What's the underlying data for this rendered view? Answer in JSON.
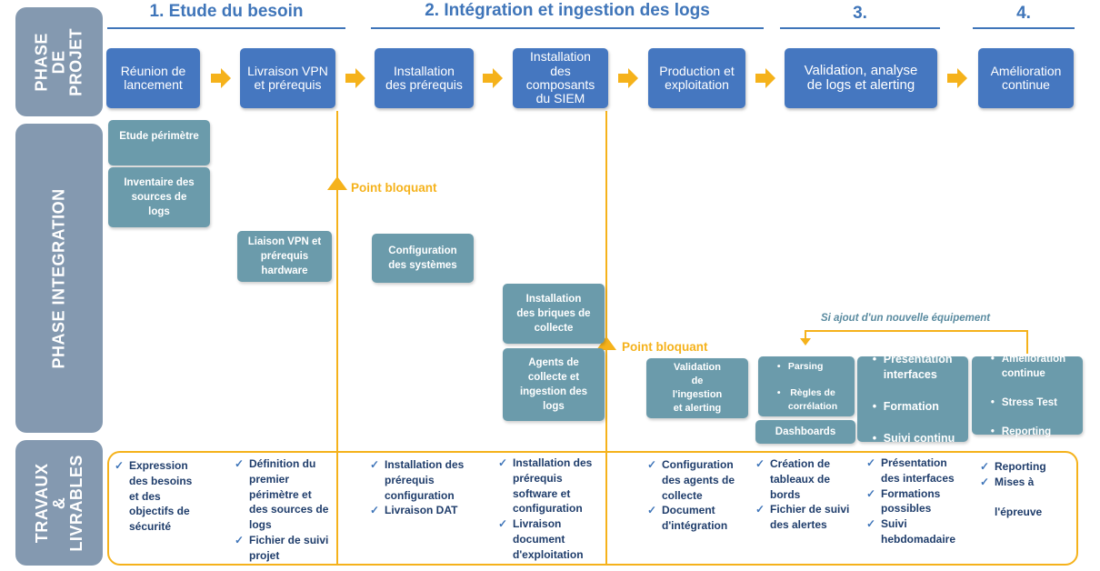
{
  "phases": {
    "projet": "PHASE DE\nPROJET",
    "integration": "PHASE INTEGRATION",
    "travaux": "TRAVAUX\n&\nLIVRABLES"
  },
  "stages": {
    "s1": "1. Etude du besoin",
    "s2": "2. Intégration et ingestion des logs",
    "s3": "3.",
    "s4": "4."
  },
  "steps": {
    "reunion": "Réunion de\nlancement",
    "livraison": "Livraison VPN\net prérequis",
    "install_prereq": "Installation\ndes prérequis",
    "install_siem": "Installation\ndes\ncomposants\ndu SIEM",
    "production": "Production et\nexploitation",
    "validation": "Validation, analyse\nde logs et alerting",
    "amelioration": "Amélioration\ncontinue"
  },
  "tasks": {
    "etude_perimetre": "Etude périmètre",
    "inventaire": "Inventaire des\nsources de\nlogs",
    "liaison_vpn": "Liaison VPN et\nprérequis\nhardware",
    "config_systemes": "Configuration\ndes systèmes",
    "briques": "Installation\ndes briques de\ncollecte",
    "agents": "Agents de\ncollecte et\ningestion des\nlogs",
    "validation_ingestion": "Validation\nde\nl'ingestion\net alerting",
    "parsing": "Parsing",
    "regles": "Règles de\ncorrélation",
    "dashboards": "Dashboards",
    "pres_interfaces": "Présentation\ninterfaces",
    "formation": "Formation",
    "suivi_continu": "Suivi continu",
    "amel_continue": "Amélioration\ncontinue",
    "stress_test": "Stress Test",
    "reporting": "Reporting"
  },
  "blocking": {
    "pb1": "Point bloquant",
    "pb2": "Point bloquant"
  },
  "note": "Si ajout d'un nouvelle équipement",
  "livrables": {
    "c1": [
      "Expression\ndes besoins\net des\nobjectifs de\nsécurité"
    ],
    "c2": [
      "Définition du\npremier\npérimètre et\ndes sources de\nlogs",
      "Fichier de suivi\nprojet"
    ],
    "c3": [
      "Installation des\nprérequis\nconfiguration",
      "Livraison DAT"
    ],
    "c4": [
      "Installation des\nprérequis\nsoftware et\nconfiguration",
      "Livraison\ndocument\nd'exploitation"
    ],
    "c5": [
      "Configuration\ndes agents de\ncollecte",
      "Document\nd'intégration"
    ],
    "c6": [
      "Création de\ntableaux de\nbords",
      "Fichier de suivi\ndes alertes"
    ],
    "c7": [
      "Présentation\ndes interfaces",
      "Formations\npossibles",
      "Suivi\nhebdomadaire"
    ],
    "c8": [
      "Reporting",
      "Mises à\n\nl'épreuve"
    ]
  },
  "colors": {
    "blue": "#4577c0",
    "teal": "#6b9bab",
    "phase": "#8499b0",
    "accent": "#f5b21b"
  }
}
